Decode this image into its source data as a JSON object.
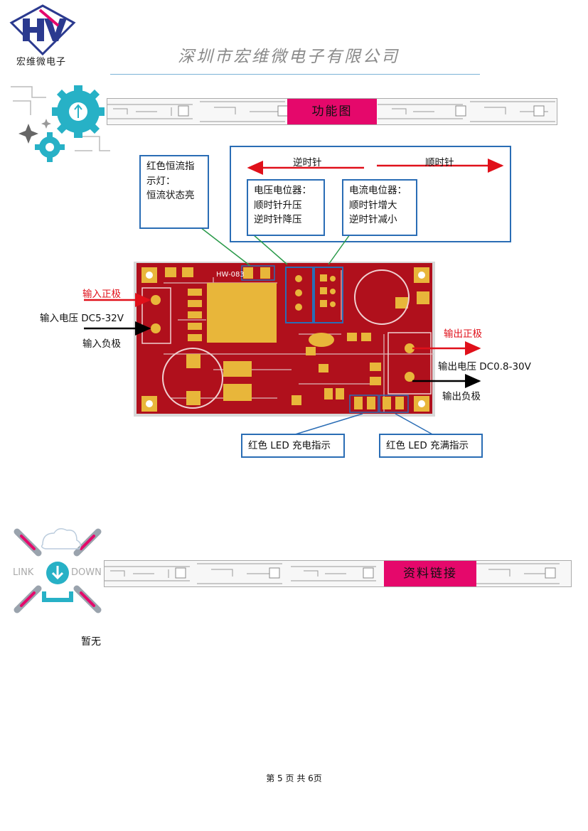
{
  "header": {
    "logo_text": "宏维微电子",
    "company_name": "深圳市宏维微电子有限公司"
  },
  "section_function": {
    "title": "功能图"
  },
  "diagram": {
    "board_label": "HW-083",
    "constant_led_box": {
      "line1": "红色恒流指",
      "line2": "示灯：",
      "line3": "恒流状态亮"
    },
    "direction": {
      "ccw": "逆时针",
      "cw": "顺时针"
    },
    "voltage_pot_box": {
      "line1": "电压电位器：",
      "line2": "顺时针升压",
      "line3": "逆时针降压"
    },
    "current_pot_box": {
      "line1": "电流电位器：",
      "line2": "顺时针增大",
      "line3": "逆时针减小"
    },
    "input_positive": "输入正极",
    "input_voltage": "输入电压 DC5-32V",
    "input_negative": "输入负极",
    "output_positive": "输出正极",
    "output_voltage": "输出电压 DC0.8-30V",
    "output_negative": "输出负极",
    "charge_led_box": "红色 LED  充电指示",
    "full_led_box": "红色 LED  充满指示"
  },
  "section_link": {
    "title": "资料链接",
    "icon_left": "LINK",
    "icon_right": "DOWN"
  },
  "link_content": "暂无",
  "footer": {
    "page_text": "第 5 页 共 6页"
  },
  "colors": {
    "accent_magenta": "#e5086b",
    "box_blue": "#2a6db5",
    "pcb_red": "#b0101c",
    "arrow_red": "#e0101a",
    "pad_gold": "#e8b63a"
  }
}
